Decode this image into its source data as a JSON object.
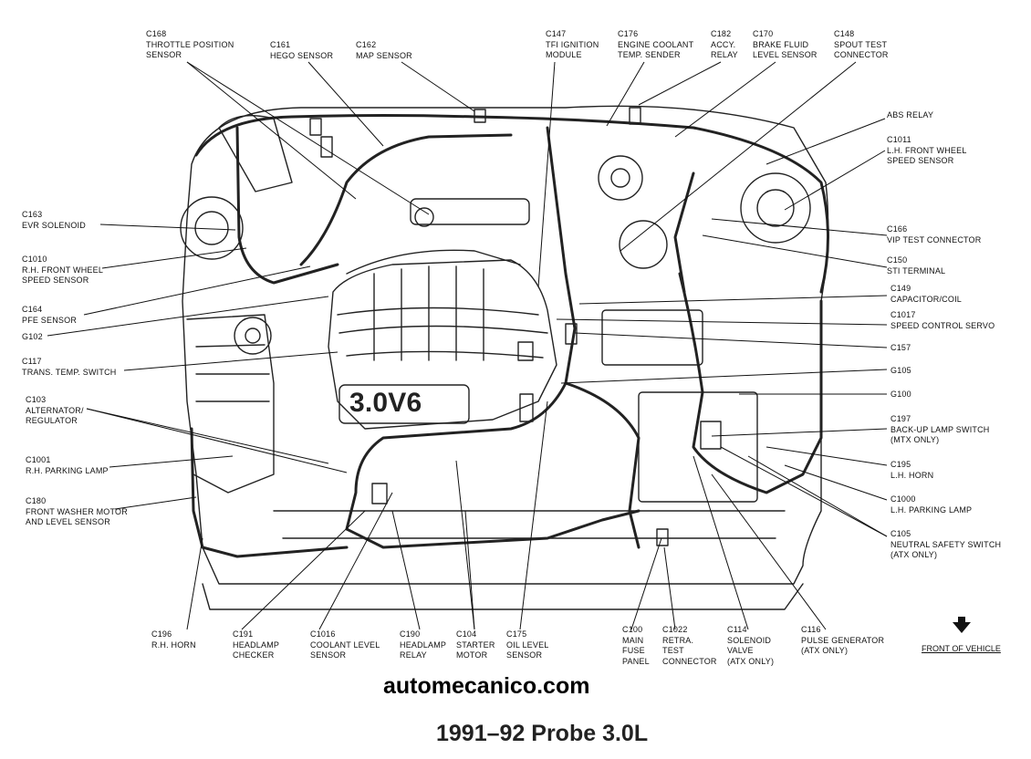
{
  "title": "1991–92 Probe 3.0L",
  "watermark": "automecanico.com",
  "front_of_vehicle": "FRONT OF VEHICLE",
  "engine_badge": "3.0V6",
  "labels": [
    {
      "id": "c168",
      "lines": [
        "C168",
        "THROTTLE POSITION",
        "SENSOR"
      ]
    },
    {
      "id": "c161",
      "lines": [
        "C161",
        "HEGO SENSOR"
      ]
    },
    {
      "id": "c162",
      "lines": [
        "C162",
        "MAP SENSOR"
      ]
    },
    {
      "id": "c147",
      "lines": [
        "C147",
        "TFI IGNITION",
        "MODULE"
      ]
    },
    {
      "id": "c176",
      "lines": [
        "C176",
        "ENGINE COOLANT",
        "TEMP. SENDER"
      ]
    },
    {
      "id": "c182",
      "lines": [
        "C182",
        "ACCY.",
        "RELAY"
      ]
    },
    {
      "id": "c170",
      "lines": [
        "C170",
        "BRAKE FLUID",
        "LEVEL SENSOR"
      ]
    },
    {
      "id": "c148",
      "lines": [
        "C148",
        "SPOUT TEST",
        "CONNECTOR"
      ]
    },
    {
      "id": "abs",
      "lines": [
        "ABS RELAY"
      ]
    },
    {
      "id": "c1011",
      "lines": [
        "C1011",
        "L.H. FRONT WHEEL",
        "SPEED SENSOR"
      ]
    },
    {
      "id": "c163",
      "lines": [
        "C163",
        "EVR SOLENOID"
      ]
    },
    {
      "id": "c166",
      "lines": [
        "C166",
        "VIP TEST CONNECTOR"
      ]
    },
    {
      "id": "c1010",
      "lines": [
        "C1010",
        "R.H. FRONT WHEEL",
        "SPEED SENSOR"
      ]
    },
    {
      "id": "c150",
      "lines": [
        "C150",
        "STI TERMINAL"
      ]
    },
    {
      "id": "c164",
      "lines": [
        "C164",
        "PFE SENSOR"
      ]
    },
    {
      "id": "c149",
      "lines": [
        "C149",
        "CAPACITOR/COIL"
      ]
    },
    {
      "id": "g102",
      "lines": [
        "G102"
      ]
    },
    {
      "id": "c1017",
      "lines": [
        "C1017",
        "SPEED CONTROL SERVO"
      ]
    },
    {
      "id": "c157",
      "lines": [
        "C157"
      ]
    },
    {
      "id": "c117",
      "lines": [
        "C117",
        "TRANS. TEMP. SWITCH"
      ]
    },
    {
      "id": "g105",
      "lines": [
        "G105"
      ]
    },
    {
      "id": "c103",
      "lines": [
        "C103",
        "ALTERNATOR/",
        "REGULATOR"
      ]
    },
    {
      "id": "g100",
      "lines": [
        "G100"
      ]
    },
    {
      "id": "c197",
      "lines": [
        "C197",
        "BACK-UP LAMP SWITCH",
        "(MTX ONLY)"
      ]
    },
    {
      "id": "c1001",
      "lines": [
        "C1001",
        "R.H. PARKING LAMP"
      ]
    },
    {
      "id": "c195",
      "lines": [
        "C195",
        "L.H. HORN"
      ]
    },
    {
      "id": "c180",
      "lines": [
        "C180",
        "FRONT WASHER MOTOR",
        "AND LEVEL SENSOR"
      ]
    },
    {
      "id": "c1000",
      "lines": [
        "C1000",
        "L.H. PARKING LAMP"
      ]
    },
    {
      "id": "c105",
      "lines": [
        "C105",
        "NEUTRAL SAFETY SWITCH",
        "(ATX ONLY)"
      ]
    },
    {
      "id": "c196",
      "lines": [
        "C196",
        "R.H. HORN"
      ]
    },
    {
      "id": "c191",
      "lines": [
        "C191",
        "HEADLAMP",
        "CHECKER"
      ]
    },
    {
      "id": "c1016",
      "lines": [
        "C1016",
        "COOLANT LEVEL",
        "SENSOR"
      ]
    },
    {
      "id": "c190",
      "lines": [
        "C190",
        "HEADLAMP",
        "RELAY"
      ]
    },
    {
      "id": "c104",
      "lines": [
        "C104",
        "STARTER",
        "MOTOR"
      ]
    },
    {
      "id": "c175",
      "lines": [
        "C175",
        "OIL LEVEL",
        "SENSOR"
      ]
    },
    {
      "id": "c100",
      "lines": [
        "C100",
        "MAIN",
        "FUSE",
        "PANEL"
      ]
    },
    {
      "id": "c1022",
      "lines": [
        "C1022",
        "RETRA.",
        "TEST",
        "CONNECTOR"
      ]
    },
    {
      "id": "c114",
      "lines": [
        "C114",
        "SOLENOID",
        "VALVE",
        "(ATX ONLY)"
      ]
    },
    {
      "id": "c116",
      "lines": [
        "C116",
        "PULSE GENERATOR",
        "(ATX ONLY)"
      ]
    }
  ]
}
